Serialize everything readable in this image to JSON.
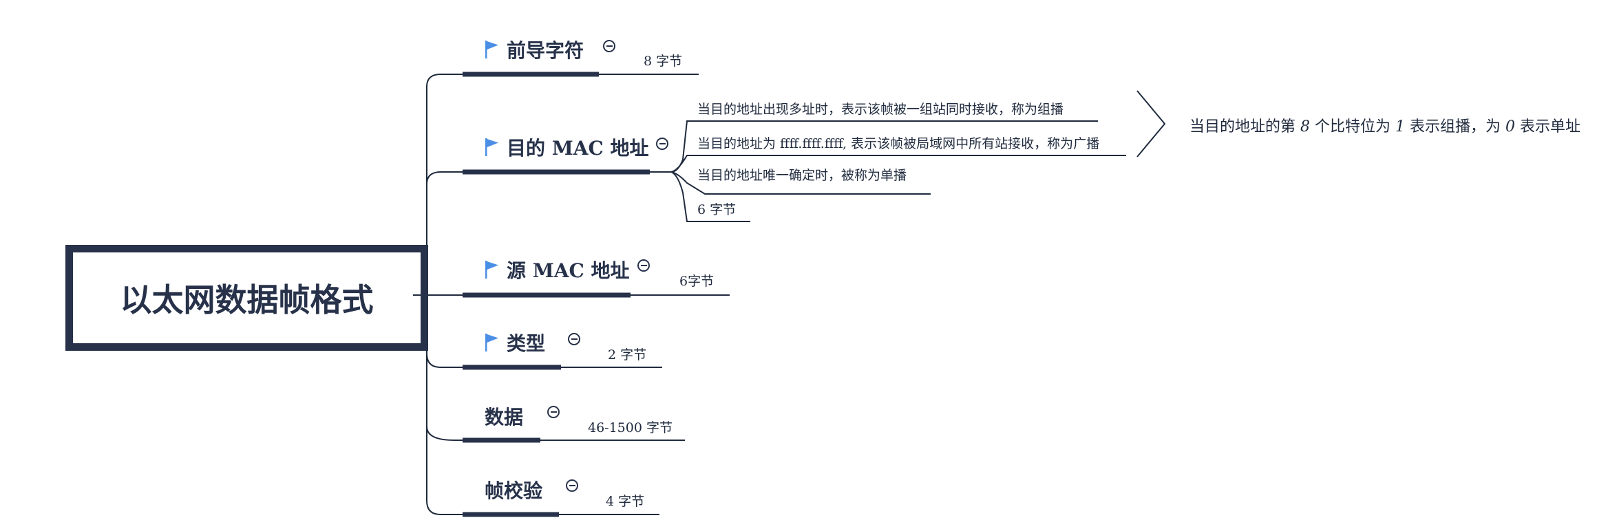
{
  "root": {
    "title": "以太网数据帧格式"
  },
  "branches": [
    {
      "label": "前导字符",
      "flag": true,
      "leaves": [
        "8 字节"
      ]
    },
    {
      "label": "目的 MAC 地址",
      "flag": true,
      "leaves": [
        "当目的地址出现多址时，表示该帧被一组站同时接收，称为组播",
        "当目的地址为 ffff.ffff.ffff, 表示该帧被局域网中所有站接收，称为广播",
        "当目的地址唯一确定时，被称为单播",
        "6 字节"
      ],
      "summary": {
        "prefix": "当目的地址的第 ",
        "n1": "8",
        "mid1": " 个比特位为 ",
        "n2": "1",
        "mid2": " 表示组播，为 ",
        "n3": "0",
        "suffix": " 表示单址"
      }
    },
    {
      "label": "源 MAC 地址",
      "flag": true,
      "leaves": [
        "6字节"
      ]
    },
    {
      "label": "类型",
      "flag": true,
      "leaves": [
        "2 字节"
      ]
    },
    {
      "label": "数据",
      "flag": false,
      "leaves": [
        "46-1500 字节"
      ]
    },
    {
      "label": "帧校验",
      "flag": false,
      "leaves": [
        "4 字节"
      ]
    }
  ],
  "colors": {
    "dark": "#27324a",
    "flag": "#4a8ee6",
    "line": "#1f2a3d"
  },
  "icons": {
    "flag": "flag-icon",
    "collapse": "collapse-minus-icon"
  }
}
